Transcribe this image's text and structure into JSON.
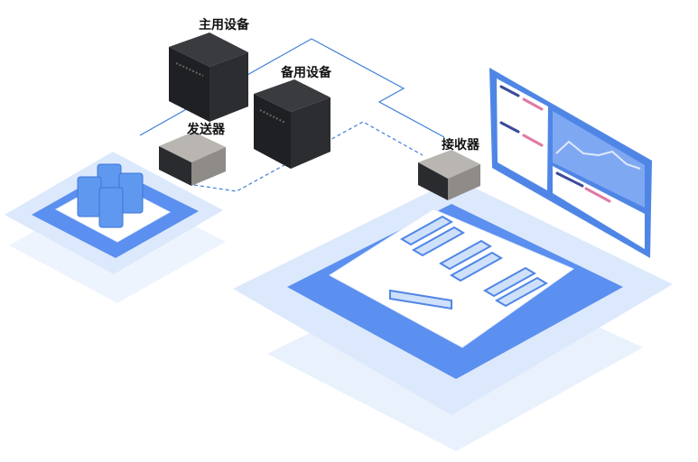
{
  "labels": {
    "primary_device": "主用设备",
    "backup_device": "备用设备",
    "transmitter": "发送器",
    "receiver": "接收器"
  },
  "colors": {
    "link_line": "#3f7fd9",
    "platform_blue": "#5b8ff0",
    "platform_light": "#dbe8fc",
    "server_dark": "#222326",
    "accent_pink": "#e07aa5",
    "accent_navy": "#3b4a9a"
  }
}
